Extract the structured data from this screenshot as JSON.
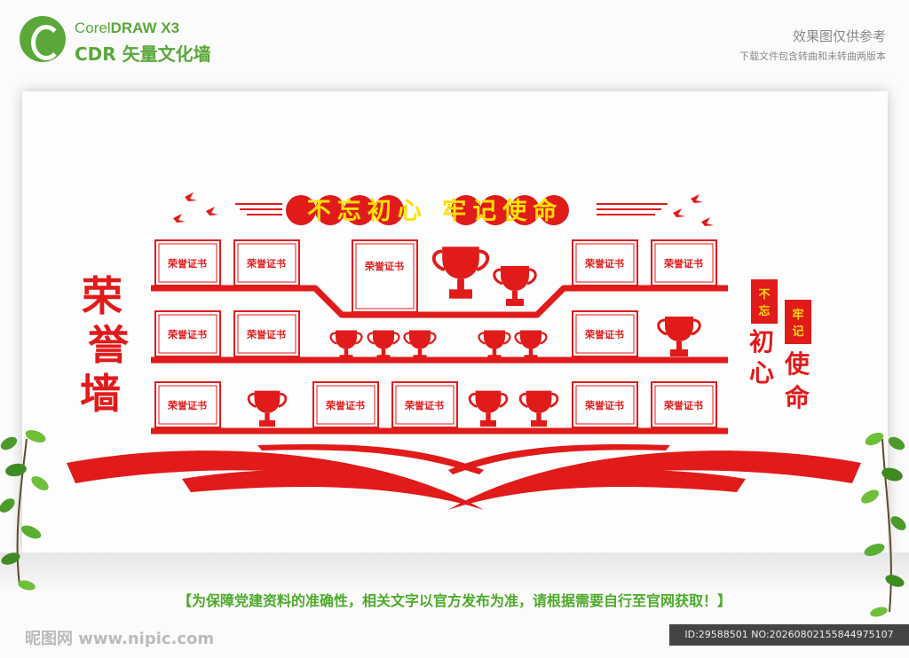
{
  "brand": {
    "line1_prefix": "Corel",
    "line1_bold": "DRAW X3",
    "line2": "CDR 矢量文化墙"
  },
  "note": {
    "line1": "效果图仅供参考",
    "line2": "下载文件包含转曲和未转曲两版本"
  },
  "header": {
    "title": "不忘初心 牢记使命"
  },
  "side_left": {
    "chars": [
      "荣",
      "誉",
      "墙"
    ]
  },
  "side_right": {
    "tag1": "不忘",
    "tag2": "牢记",
    "script1": "初心",
    "script2": "使命"
  },
  "certificate_label": "荣誉证书",
  "banner": "【为保障党建资料的准确性，相关文字以官方发布为准，请根据需要自行至官网获取！】",
  "footer": {
    "site": "昵图网 www.nipic.com",
    "id": "ID:29588501 NO:20260802155844975107"
  },
  "colors": {
    "red": "#e11a1a",
    "green": "#5aa83a"
  }
}
